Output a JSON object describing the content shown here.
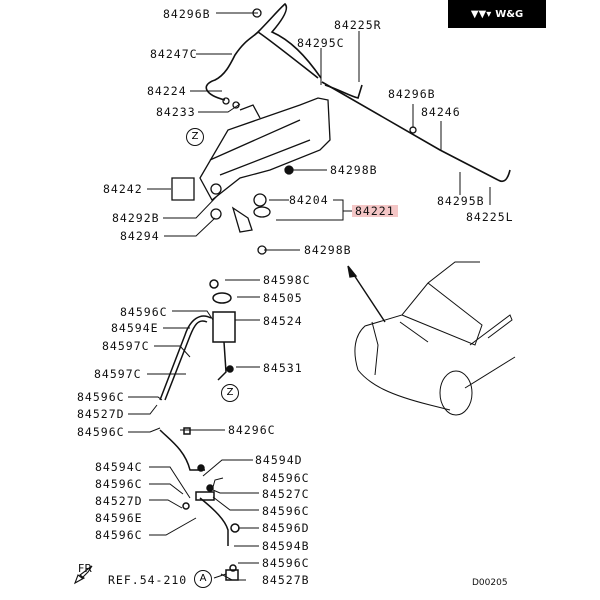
{
  "brand": {
    "label": "W&G",
    "icon": "triple-chevron-logo-icon"
  },
  "diagram_code": "D00205",
  "ref": {
    "text": "REF.54-210",
    "marker": "A"
  },
  "front_marker": "FR",
  "detail_markers": {
    "z_top": "Z",
    "z_bottom": "Z"
  },
  "highlight_color": "#f4c6c6",
  "labels": {
    "p84296B_top": "84296B",
    "p84247C": "84247C",
    "p84224": "84224",
    "p84233": "84233",
    "p84225R": "84225R",
    "p84295C": "84295C",
    "p84296B_right": "84296B",
    "p84246": "84246",
    "p84298B_upper": "84298B",
    "p84242": "84242",
    "p84292B": "84292B",
    "p84294": "84294",
    "p84204": "84204",
    "p84221": "84221",
    "p84298B_lower": "84298B",
    "p84295B": "84295B",
    "p84225L": "84225L",
    "p84598C": "84598C",
    "p84505": "84505",
    "p84524": "84524",
    "p84596C_a": "84596C",
    "p84594E": "84594E",
    "p84597C_a": "84597C",
    "p84597C_b": "84597C",
    "p84531": "84531",
    "p84596C_b": "84596C",
    "p84527D_a": "84527D",
    "p84596C_c": "84596C",
    "p84296C": "84296C",
    "p84594D": "84594D",
    "p84594C": "84594C",
    "p84596C_d": "84596C",
    "p84596C_e": "84596C",
    "p84527C": "84527C",
    "p84527D_b": "84527D",
    "p84596C_f": "84596C",
    "p84596E": "84596E",
    "p84596D": "84596D",
    "p84596C_g": "84596C",
    "p84594B": "84594B",
    "p84596C_h": "84596C",
    "p84527B": "84527B"
  }
}
